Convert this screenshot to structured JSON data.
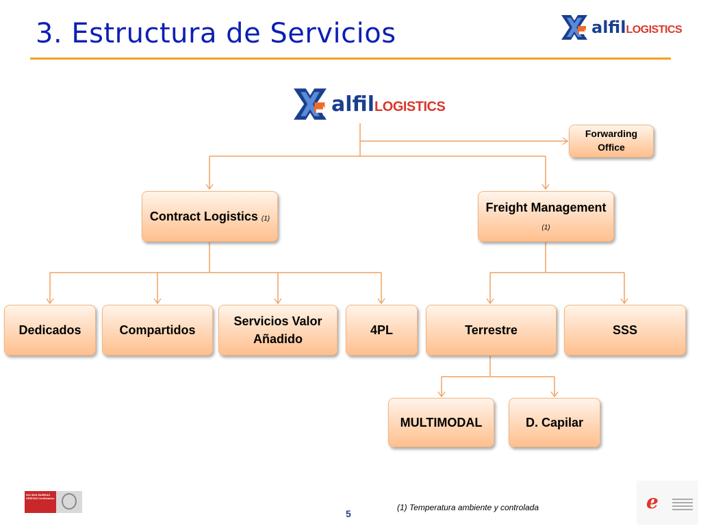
{
  "slide": {
    "title": "3. Estructura de Servicios",
    "page_number": "5",
    "footnote": "(1) Temperatura ambiente y controlada",
    "accent_color": "#f0a020",
    "title_color": "#0c1fb4"
  },
  "logo": {
    "word": "alfil",
    "sub": "LOGISTICS"
  },
  "nodes": {
    "forwarding": "Forwarding Office",
    "contract": {
      "label": "Contract Logistics",
      "note": "(1)"
    },
    "freight": {
      "label": "Freight Management",
      "note": "(1)"
    },
    "dedicados": "Dedicados",
    "compartidos": "Compartidos",
    "servicios": "Servicios Valor Añadido",
    "fourpl": "4PL",
    "terrestre": "Terrestre",
    "sss": "SSS",
    "multimodal": "MULTIMODAL",
    "capilar": "D. Capilar"
  },
  "badges": {
    "cert_text": "ISO 9001 BUREAU VERITAS Certification"
  }
}
